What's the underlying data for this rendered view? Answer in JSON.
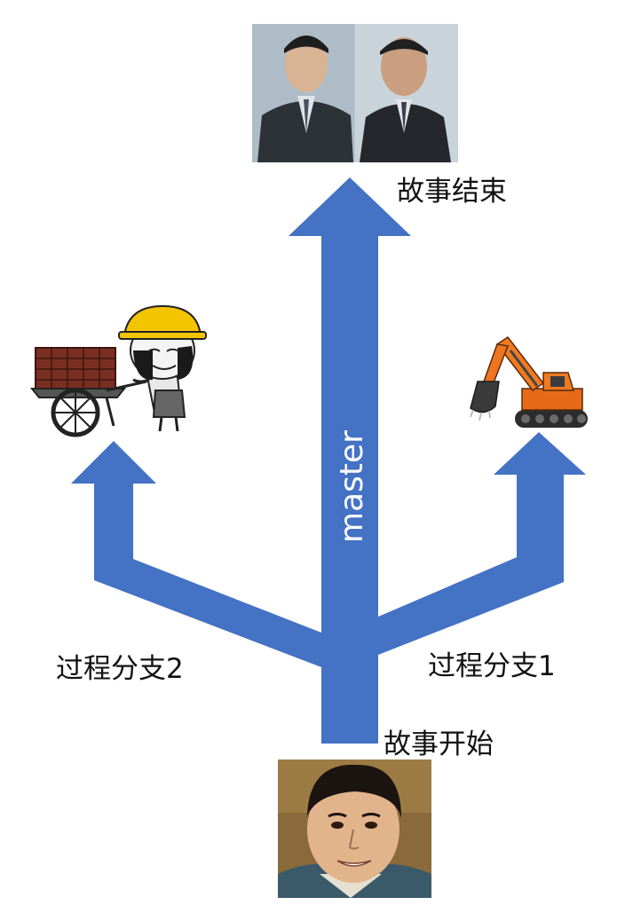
{
  "labels": {
    "story_end": "故事结束",
    "branch_2": "过程分支2",
    "branch_1": "过程分支1",
    "story_start": "故事开始",
    "trunk": "master"
  },
  "colors": {
    "arrow": "#4472c4",
    "trunk_text": "#ffffff"
  },
  "images": {
    "top": "photo-two-men-in-suits",
    "left": "cartoon-worker-pushing-brick-cart",
    "right": "orange-excavator",
    "bottom": "photo-young-man-smiling"
  }
}
